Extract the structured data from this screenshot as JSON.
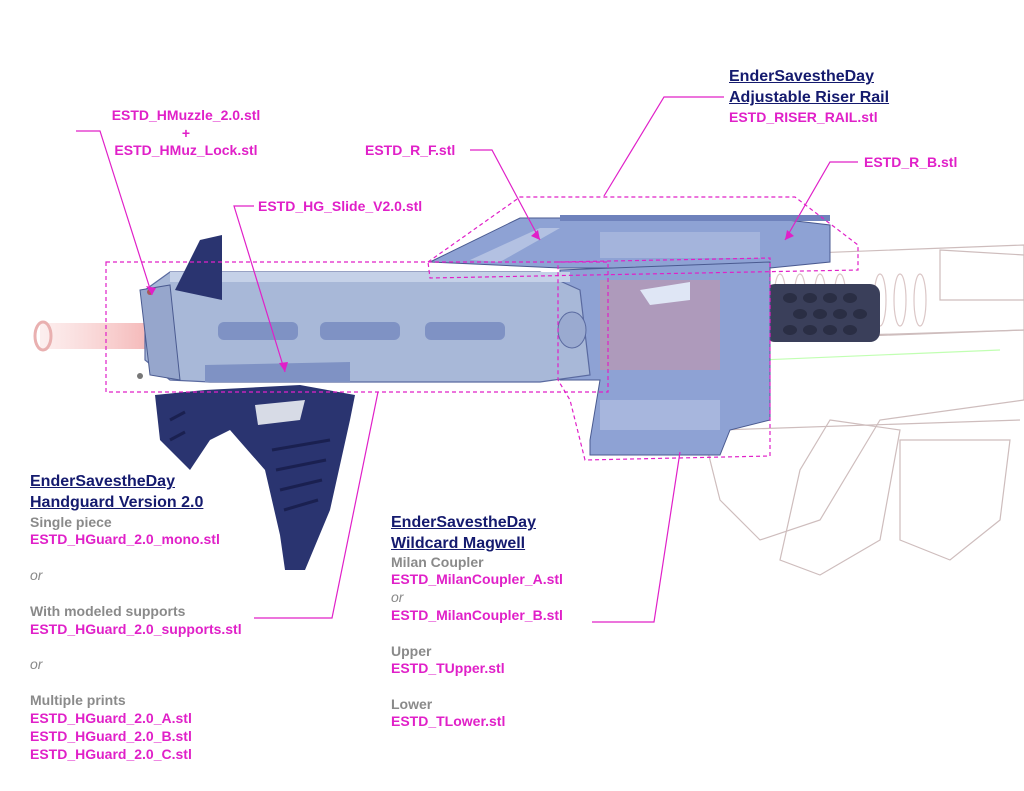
{
  "riser": {
    "title1": "EnderSavestheDay",
    "title2": "Adjustable Riser Rail",
    "file": "ESTD_RISER_RAIL.stl"
  },
  "muzzle": {
    "file1": "ESTD_HMuzzle_2.0.stl",
    "plus": "+",
    "file2": "ESTD_HMuz_Lock.stl"
  },
  "rf": {
    "file": "ESTD_R_F.stl"
  },
  "rb": {
    "file": "ESTD_R_B.stl"
  },
  "slide": {
    "file": "ESTD_HG_Slide_V2.0.stl"
  },
  "handguard": {
    "title1": "EnderSavestheDay",
    "title2": "Handguard Version 2.0",
    "opt1_label": "Single piece",
    "opt1_file": "ESTD_HGuard_2.0_mono.stl",
    "or1": "or",
    "opt2_label": "With modeled supports",
    "opt2_file": "ESTD_HGuard_2.0_supports.stl",
    "or2": "or",
    "opt3_label": "Multiple prints",
    "opt3_files": [
      "ESTD_HGuard_2.0_A.stl",
      "ESTD_HGuard_2.0_B.stl",
      "ESTD_HGuard_2.0_C.stl"
    ]
  },
  "magwell": {
    "title1": "EnderSavestheDay",
    "title2": "Wildcard Magwell",
    "coupler_label": "Milan Coupler",
    "coupler_a": "ESTD_MilanCoupler_A.stl",
    "or": "or",
    "coupler_b": "ESTD_MilanCoupler_B.stl",
    "upper_label": "Upper",
    "upper_file": "ESTD_TUpper.stl",
    "lower_label": "Lower",
    "lower_file": "ESTD_TLower.stl"
  },
  "colors": {
    "label": "#e020c8",
    "header": "#141a6e",
    "muted": "#8a8a8a",
    "handguard_fill": "#a8b8d8",
    "grip_fill": "#2a3470",
    "receiver_fill": "#8ea2d4"
  }
}
